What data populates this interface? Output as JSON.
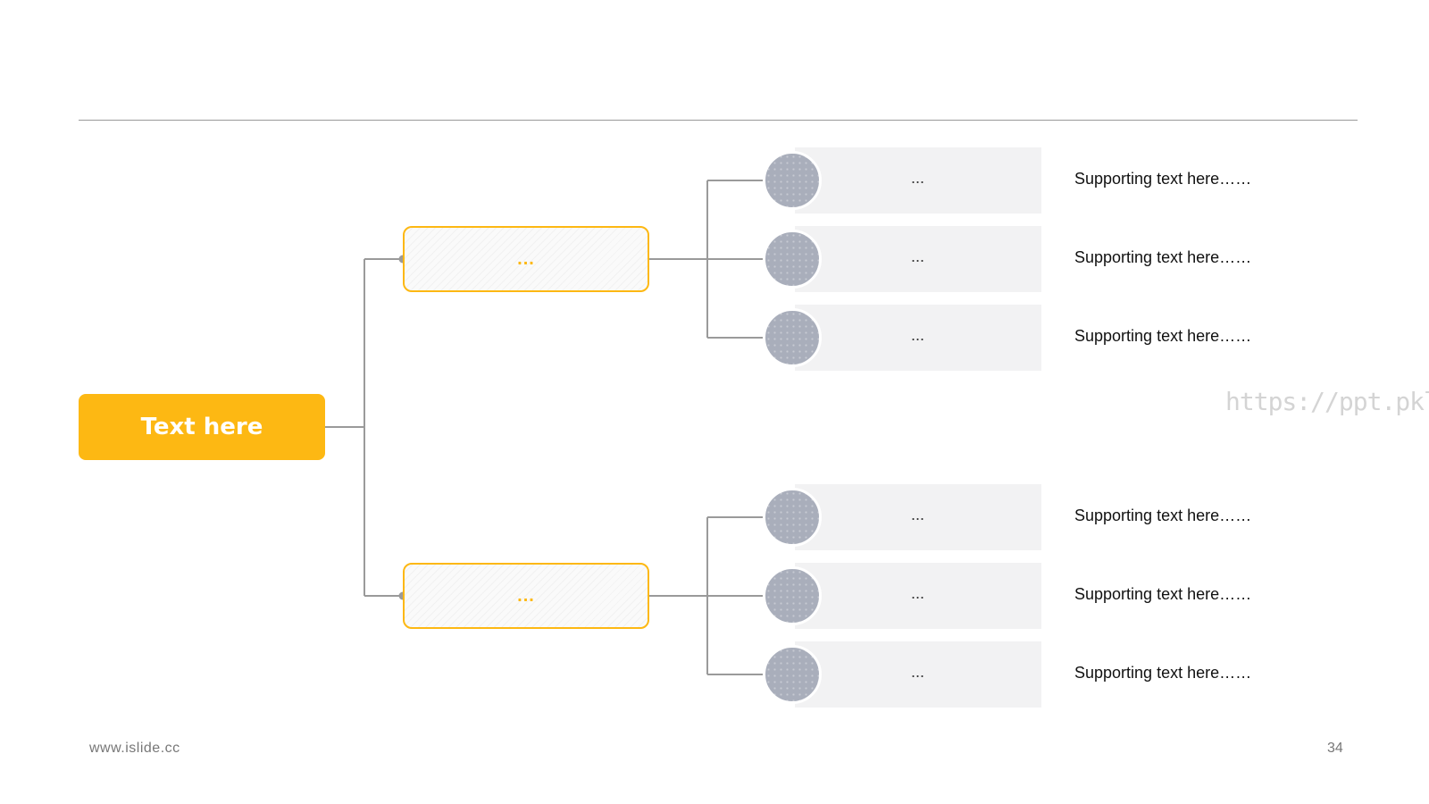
{
  "root": {
    "label": "Text here"
  },
  "branches": [
    {
      "label": "...",
      "leaves": [
        {
          "label": "...",
          "support": "Supporting text here……"
        },
        {
          "label": "...",
          "support": "Supporting text here……"
        },
        {
          "label": "...",
          "support": "Supporting text here……"
        }
      ]
    },
    {
      "label": "...",
      "leaves": [
        {
          "label": "...",
          "support": "Supporting text here……"
        },
        {
          "label": "...",
          "support": "Supporting text here……"
        },
        {
          "label": "...",
          "support": "Supporting text here……"
        }
      ]
    }
  ],
  "footer": {
    "website": "www.islide.cc",
    "page_number": "34"
  },
  "watermark": "https://ppt.pkll.de",
  "colors": {
    "accent": "#FDB813",
    "connector": "#9a9a9a",
    "leaf_bg": "#f2f2f3",
    "circle": "#a9aebb"
  }
}
